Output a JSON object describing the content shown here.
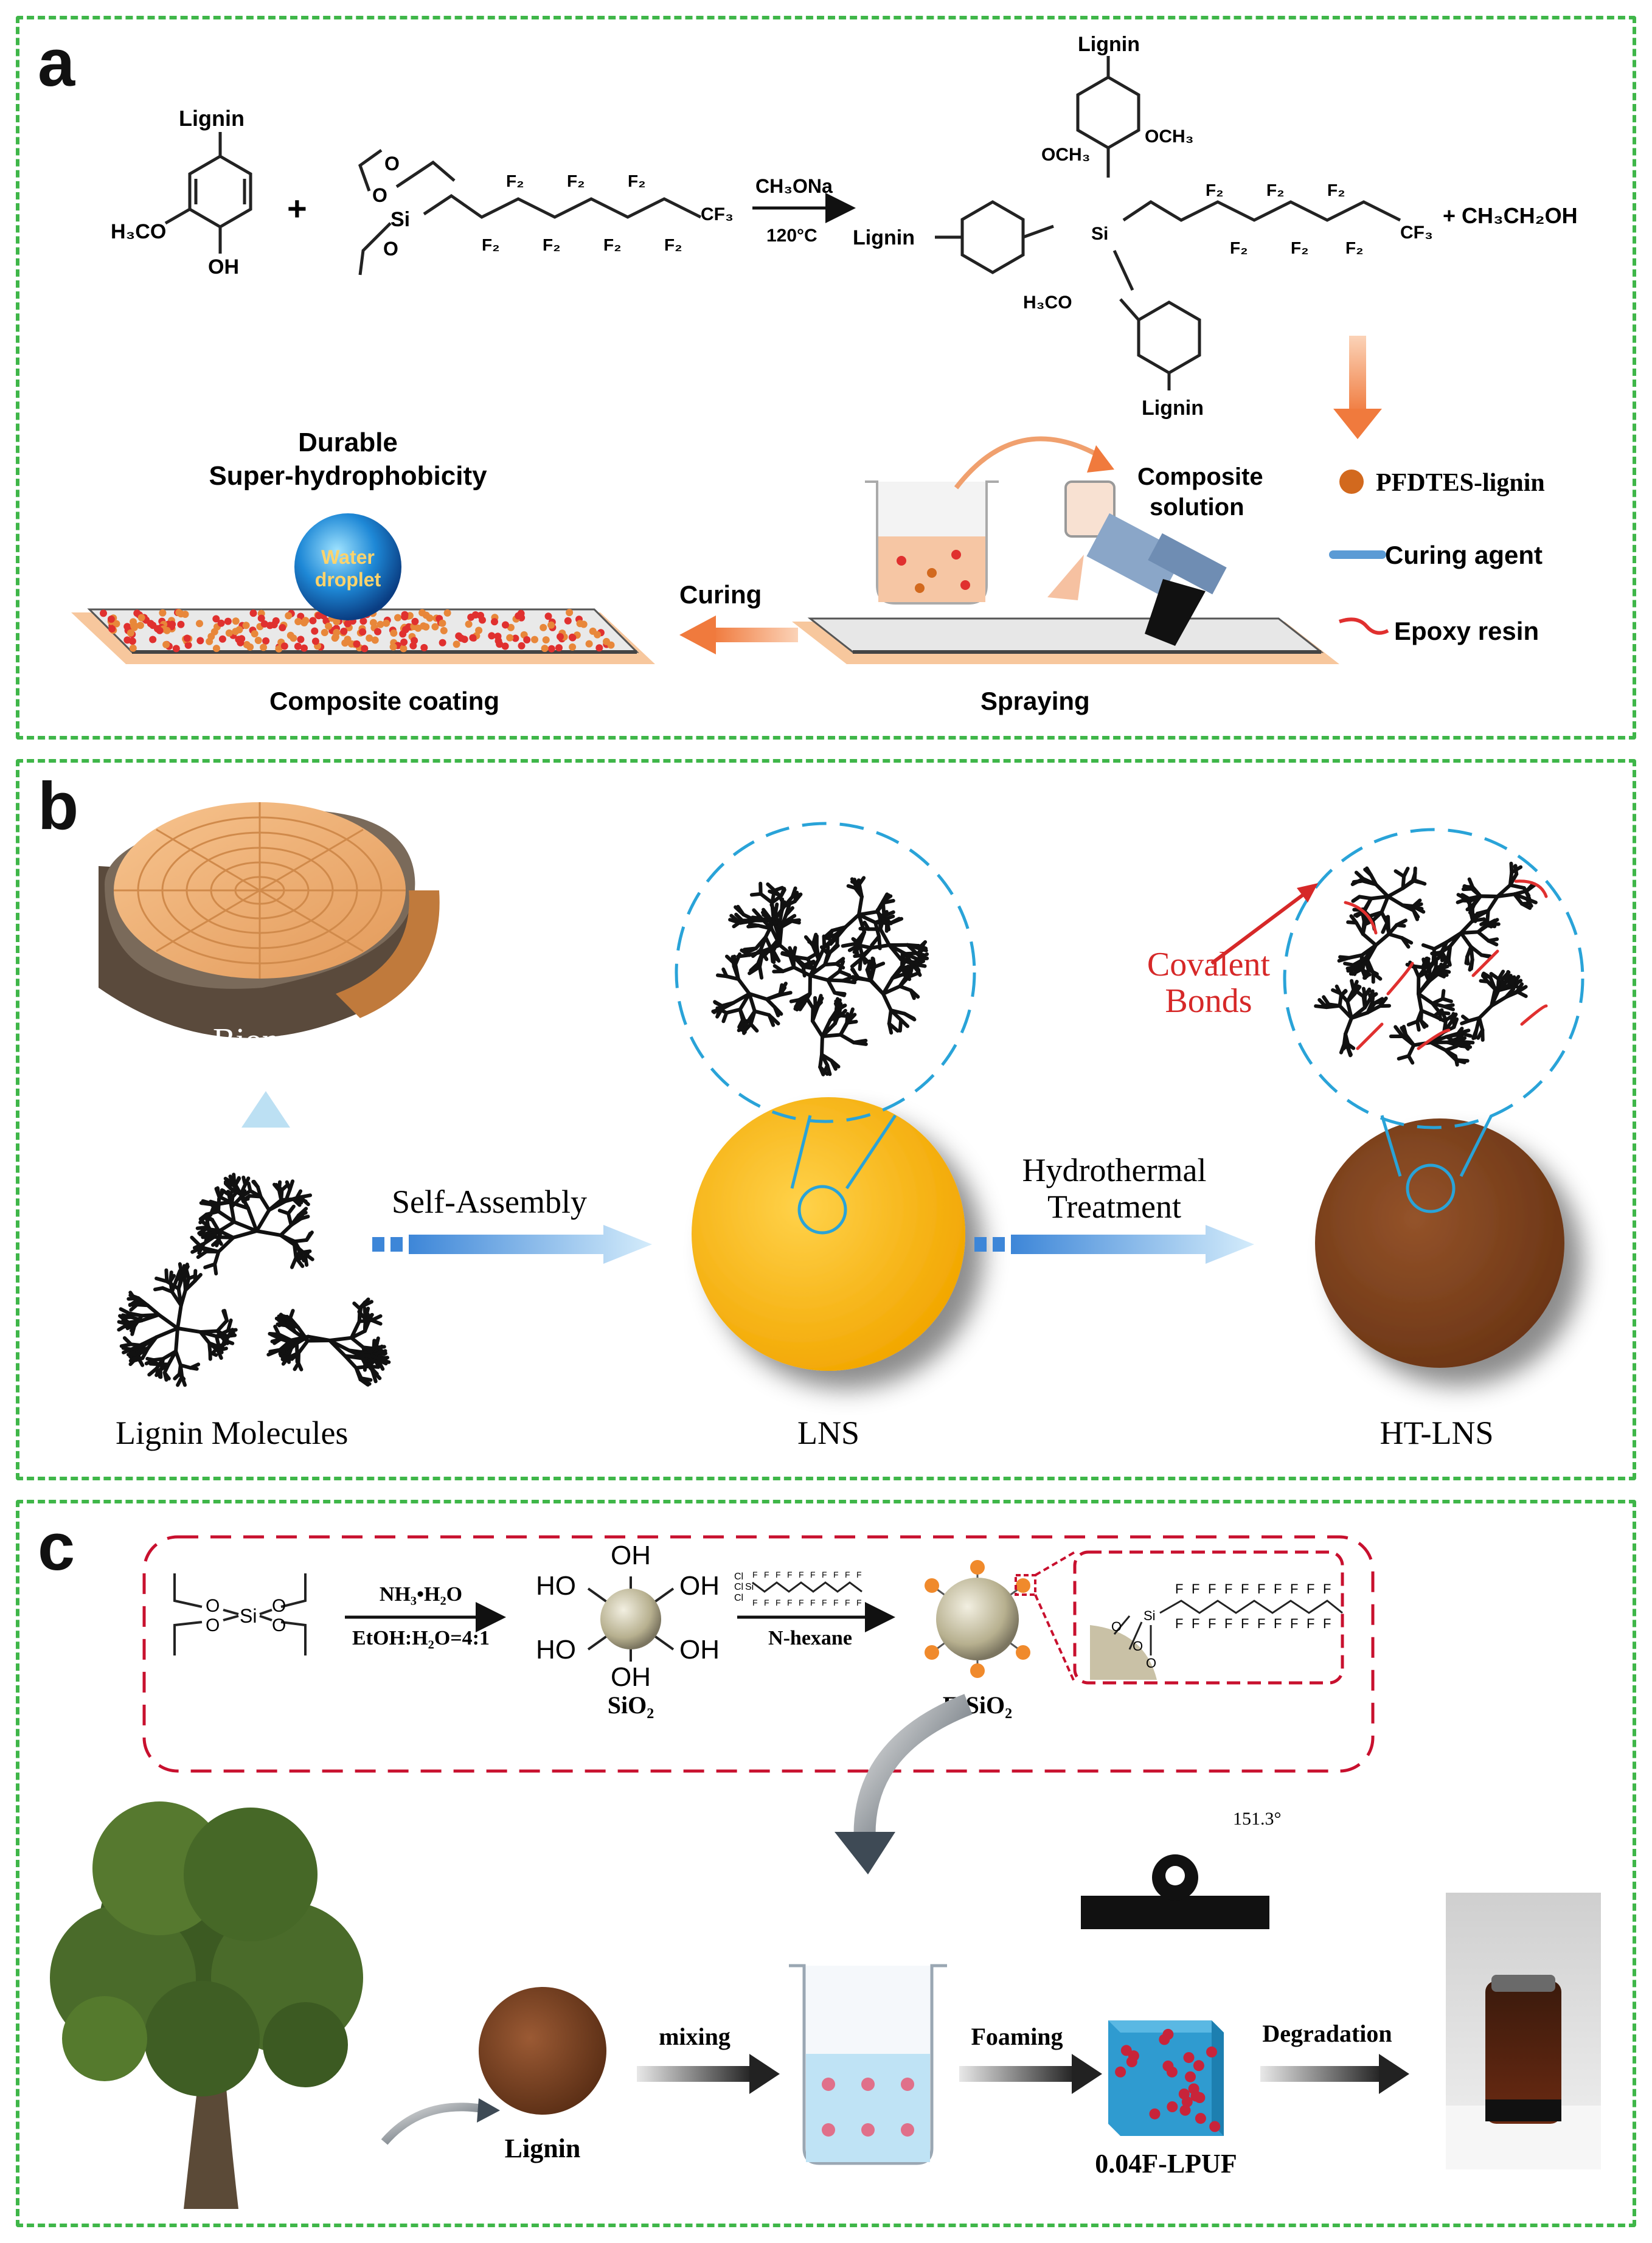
{
  "panel_a": {
    "label": "a",
    "chem": {
      "lignin_top": "Lignin",
      "h3co": "H₃CO",
      "oh": "OH",
      "plus1": "+",
      "si": "Si",
      "o": "O",
      "f2": "F₂",
      "cf3": "CF₃",
      "reagent": "CH₃ONa",
      "temp": "120°C",
      "product_lignin_top": "Lignin",
      "product_lignin_left": "Lignin",
      "product_lignin_bottom": "Lignin",
      "och3": "OCH₃",
      "och3b": "OCH₃",
      "h3co_b": "H₃CO",
      "byproduct": "+ CH₃CH₂OH"
    },
    "title_line1": "Durable",
    "title_line2": "Super-hydrophobicity",
    "water_line1": "Water",
    "water_line2": "droplet",
    "curing": "Curing",
    "composite_line1": "Composite",
    "composite_line2": "solution",
    "composite_coating": "Composite coating",
    "spraying": "Spraying",
    "legend": {
      "pfdtes": "PFDTES-lignin",
      "curing_agent": "Curing agent",
      "epoxy": "Epoxy resin"
    }
  },
  "panel_b": {
    "label": "b",
    "biomass": "Biomass",
    "covalent_line1": "Covalent",
    "covalent_line2": "Bonds",
    "self_assembly": "Self-Assembly",
    "hydro_line1": "Hydrothermal",
    "hydro_line2": "Treatment",
    "lignin_molecules": "Lignin Molecules",
    "lns": "LNS",
    "ht_lns": "HT-LNS"
  },
  "panel_c": {
    "label": "c",
    "nh3": "NH₃•H₂O",
    "etoh": "EtOH:H₂O=4:1",
    "oh": "OH",
    "ho": "HO",
    "sio2": "SiO₂",
    "nhexane": "N-hexane",
    "fsio2": "F-SiO₂",
    "angle": "151.3°",
    "mixing": "mixing",
    "foaming": "Foaming",
    "degradation": "Degradation",
    "lignin": "Lignin",
    "lpuf": "0.04F-LPUF",
    "f": "F",
    "si": "Si",
    "o": "O",
    "cl": "Cl"
  },
  "colors": {
    "frame": "#3fb649",
    "lignin_ball": "#d2691e",
    "curing_blue": "#5b9bd5",
    "epoxy_red": "#e0302f",
    "lns_yellow": "#f6b10f",
    "ht_brown": "#7a3f1a",
    "covalent_red": "#d62828",
    "dashed_red": "#c8102e",
    "foam_blue": "#2f9bd0"
  }
}
